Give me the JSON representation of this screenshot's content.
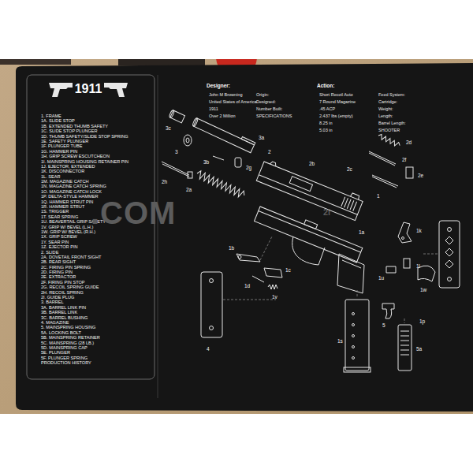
{
  "diagram": {
    "title": "1911",
    "labels": [
      "1. FRAME",
      "1A. SLIDE STOP",
      "1B. EXTENDED THUMB SAFETY",
      "1C. SLIDE STOP PLUNGER",
      "1D. THUMB SAFETY/SLIDE STOP SPRING",
      "1E. SAFETY PLUNGER",
      "1F. PLUNGER TUBE",
      "1G. HAMMER PIN",
      "1H. GRIP SCREW ESCUTCHEON",
      "1I. MAINSPRING HOUSING RETAINER PIN",
      "1J. EJECTOR, EXTENDED",
      "1K. DISCONNECTOR",
      "1L. SEAR",
      "1M. MAGAZINE CATCH",
      "1N. MAGAZINE CATCH SPRING",
      "1O. MAGAZINE CATCH LOCK",
      "1P. DELTA-STYLE HAMMER",
      "1Q. HAMMER STRUT PIN",
      "1R. HAMMER STRUT",
      "1S. TRIGGER",
      "1T. SEAR SPRING",
      "1U. BEAVERTAIL GRIP SAFETY",
      "1V. GRIP W/ BEVEL (L.H.)",
      "1W. GRIP W/ BEVEL (R.H.)",
      "1X. GRIP SCREW",
      "1Y. SEAR PIN",
      "1Z. EJECTOR PIN",
      "2. SLIDE",
      "2A. DOVETAIL FRONT SIGHT",
      "2B. REAR SIGHT",
      "2C. FIRING PIN SPRING",
      "2D. FIRING PIN",
      "2E. EXTRACTOR",
      "2F. FIRING PIN STOP",
      "2G. RECOIL SPRING GUIDE",
      "2H. RECOIL SPRING",
      "2I. GUIDE PLUG",
      "3. BARREL",
      "3A. BARREL LINK PIN",
      "3B. BARREL LINK",
      "3C. BARREL BUSHING",
      "4. MAGAZINE",
      "5. MAINSPRING HOUSING",
      "5A. LOCKING BOLT",
      "5B. MAINSPRING RETAINER",
      "5C. MAINSPRING (28 LB.)",
      "5D. MAINSPRING CAP",
      "5E. PLUNGER",
      "5F. PLUNGER SPRING",
      "PRODUCTION HISTORY",
      "Designer:",
      "John M Browning",
      "Origin:",
      "United States of America",
      "Designed:",
      "1911",
      "Number Built:",
      "Over 2 Million",
      "SPECIFICATIONS",
      "Action:",
      "Short Recoil Auto",
      "Feed System:",
      "7 Round Magazine",
      "Cartridge:",
      ".45 ACP",
      "Weight:",
      "2.437 lbs (empty)",
      "Length:",
      "8.25 in",
      "Barrel Length:",
      "5.03 in",
      "SHOOTER",
      ".COM",
      "2i",
      "3c",
      "3",
      "3a",
      "3b",
      "2g",
      "2h",
      "2a",
      "2",
      "2b",
      "2c",
      "2d",
      "2f",
      "2e",
      "1",
      "1a",
      "1b",
      "1c",
      "1d",
      "1v",
      "4",
      "1s",
      "5",
      "5a",
      "1p",
      "1k",
      "1l",
      "1u",
      "1w"
    ]
  }
}
